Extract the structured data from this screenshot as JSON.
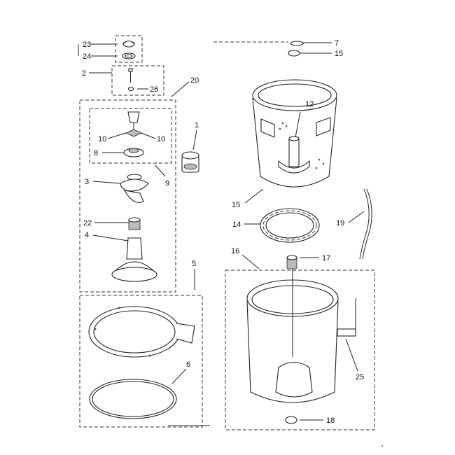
{
  "labels": {
    "l23": "23",
    "l24": "24",
    "l2": "2",
    "l26": "26",
    "l20": "20",
    "l10a": "10",
    "l10b": "10",
    "l8": "8",
    "l9": "9",
    "l3": "3",
    "l22": "22",
    "l4": "4",
    "l1": "1",
    "l5": "5",
    "l6": "6",
    "l7": "7",
    "l15a": "15",
    "l12": "12",
    "l15b": "15",
    "l14": "14",
    "l19": "19",
    "l16": "16",
    "l17": "17",
    "l25": "25",
    "l18": "18"
  },
  "colors": {
    "line": "#222222",
    "shade": "#bbbbbb",
    "background": "#ffffff"
  }
}
